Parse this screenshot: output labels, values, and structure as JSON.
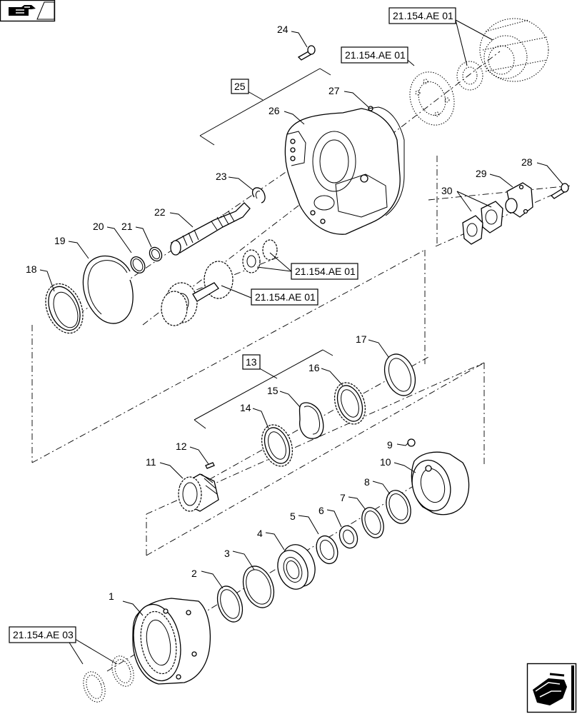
{
  "nav": {
    "prev_icon": "hand-pointing-right-icon",
    "next_icon": "hand-pointing-left-icon"
  },
  "callouts": {
    "c1": "1",
    "c2": "2",
    "c3": "3",
    "c4": "4",
    "c5": "5",
    "c6": "6",
    "c7": "7",
    "c8": "8",
    "c9": "9",
    "c10": "10",
    "c11": "11",
    "c12": "12",
    "c13": "13",
    "c14": "14",
    "c15": "15",
    "c16": "16",
    "c17": "17",
    "c18": "18",
    "c19": "19",
    "c20": "20",
    "c21": "21",
    "c22": "22",
    "c23": "23",
    "c24": "24",
    "c25": "25",
    "c26": "26",
    "c27": "27",
    "c28": "28",
    "c29": "29",
    "c30": "30"
  },
  "references": {
    "ref_top": "21.154.AE 01",
    "ref_carrier": "21.154.AE 01",
    "ref_gear_small": "21.154.AE 01",
    "ref_gear_large": "21.154.AE 01",
    "ref_bottom": "21.154.AE 03"
  }
}
